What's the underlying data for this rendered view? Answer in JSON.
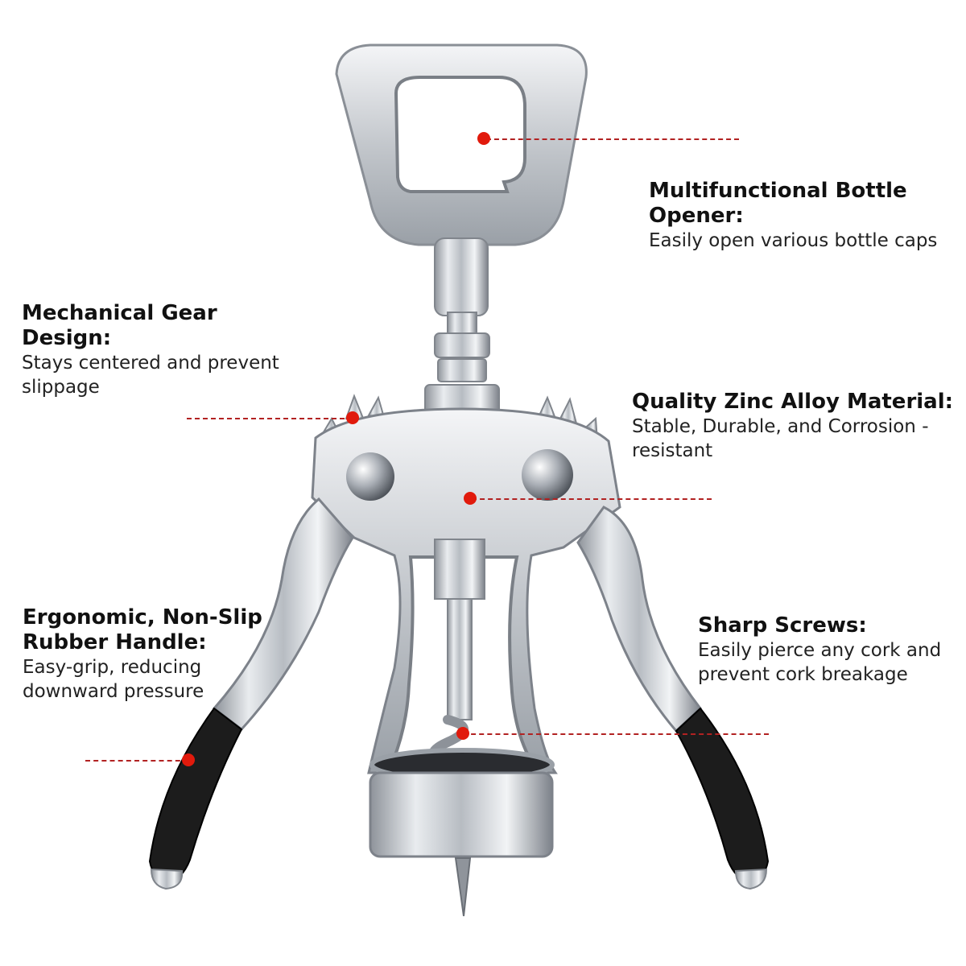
{
  "accent_color": "#e11a0c",
  "leader_color": "#b22222",
  "product_image": {
    "subject": "winged corkscrew wine opener",
    "material_color": "#c9ccd1",
    "grip_color": "#1c1c1c"
  },
  "callouts": [
    {
      "id": "bottle-opener",
      "title": "Multifunctional Bottle Opener:",
      "desc": "Easily open various bottle caps"
    },
    {
      "id": "gear-design",
      "title": "Mechanical Gear Design:",
      "desc": "Stays centered and prevent slippage"
    },
    {
      "id": "zinc-alloy",
      "title": "Quality Zinc Alloy Material:",
      "desc": "Stable, Durable, and Corrosion -resistant"
    },
    {
      "id": "rubber-handle",
      "title": "Ergonomic, Non-Slip Rubber Handle:",
      "desc": "Easy-grip, reducing downward pressure"
    },
    {
      "id": "sharp-screws",
      "title": "Sharp Screws:",
      "desc": "Easily pierce any cork and prevent cork breakage"
    }
  ]
}
